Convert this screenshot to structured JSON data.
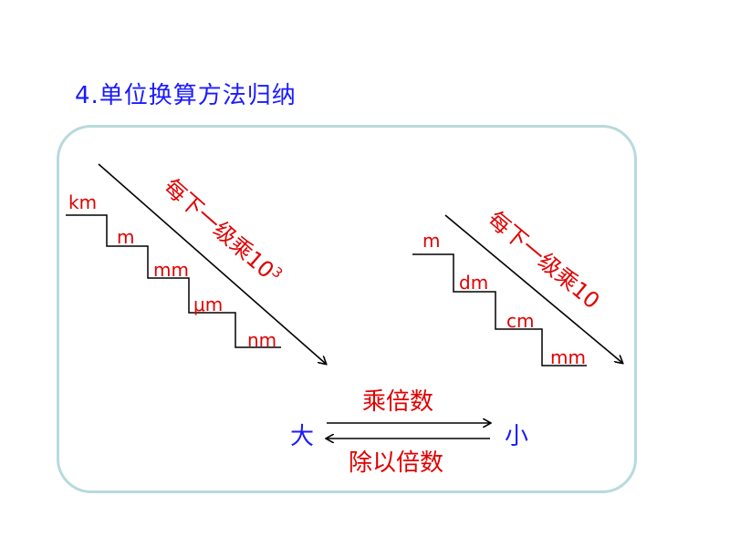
{
  "title": "4.单位换算方法归纳",
  "left_staircase": {
    "units": [
      "km",
      "m",
      "mm",
      "μm",
      "nm"
    ],
    "rule_text": "每下一级乘10",
    "rule_exponent": "3"
  },
  "right_staircase": {
    "units": [
      "m",
      "dm",
      "cm",
      "mm"
    ],
    "rule_text": "每下一级乘10"
  },
  "conversion": {
    "big": "大",
    "small": "小",
    "top_label": "乘倍数",
    "bottom_label": "除以倍数"
  },
  "colors": {
    "title": "#1a1aff",
    "red": "#e00000",
    "frame": "#b8dadc"
  }
}
